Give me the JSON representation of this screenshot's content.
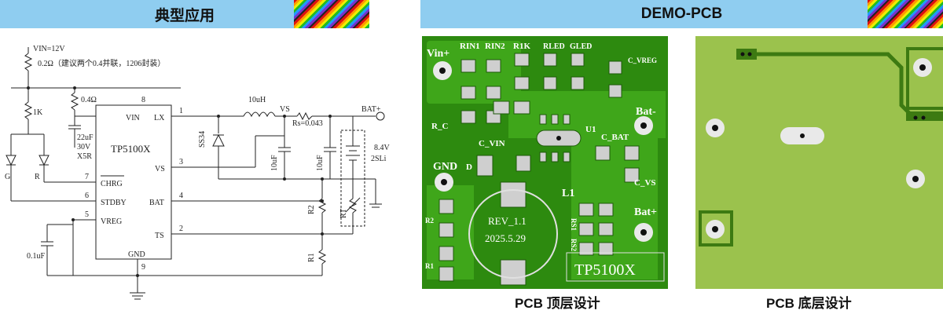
{
  "headers": {
    "left": "典型应用",
    "right": "DEMO-PCB"
  },
  "schematic": {
    "vin": "VIN=12V",
    "r_in": "0.2Ω（建议两个0.4并联，1206封装）",
    "r_1k": "1K",
    "r_04": "0.4Ω",
    "cap_in": [
      "22uF",
      "30V",
      "X5R"
    ],
    "led_g": "G",
    "led_r": "R",
    "diode": "SS34",
    "inductor": "10uH",
    "vs_node": "VS",
    "rs": "Rs=0.043",
    "bat_out": "BAT+",
    "cap_10u_1": "10uF",
    "cap_10u_2": "10uF",
    "battery": [
      "8.4V",
      "2SLi"
    ],
    "r2": "R2",
    "r1": "R1",
    "rt": "RT",
    "c_vreg": "0.1uF",
    "ic_name": "TP5100X",
    "pins": {
      "vin": "VIN",
      "lx": "LX",
      "vs": "VS",
      "bat": "BAT",
      "ts": "TS",
      "chrg": "CHRG",
      "stdby": "STDBY",
      "vreg": "VREG",
      "gnd": "GND"
    },
    "pin_nums": {
      "vin": "8",
      "lx": "1",
      "vs": "3",
      "bat": "4",
      "ts": "2",
      "chrg": "7",
      "stdby": "6",
      "vreg": "5",
      "gnd": "9"
    }
  },
  "pcb_top": {
    "labels": {
      "vin": "Vin+",
      "rin1": "RIN1",
      "rin2": "RIN2",
      "r1k": "R1K",
      "rled": "RLED",
      "gled": "GLED",
      "c_vreg": "C_VREG",
      "bat_minus": "Bat-",
      "r_c": "R_C",
      "u1": "U1",
      "c_vin": "C_VIN",
      "c_bat": "C_BAT",
      "gnd": "GND",
      "d": "D",
      "c_vs": "C_VS",
      "l1": "L1",
      "rs1": "RS1",
      "rs2": "RS2",
      "bat_plus": "Bat+",
      "r2": "R2",
      "r1": "R1",
      "rev": "REV_1.1",
      "date": "2025.5.29",
      "chip": "TP5100X"
    },
    "caption": "PCB 顶层设计",
    "colors": {
      "board": "#2d8a0f",
      "copper": "#3fa61a",
      "pad": "#cfcfcf"
    }
  },
  "pcb_bottom": {
    "caption": "PCB 底层设计",
    "colors": {
      "board": "#9bc24d",
      "trace": "#3d7a12"
    }
  }
}
